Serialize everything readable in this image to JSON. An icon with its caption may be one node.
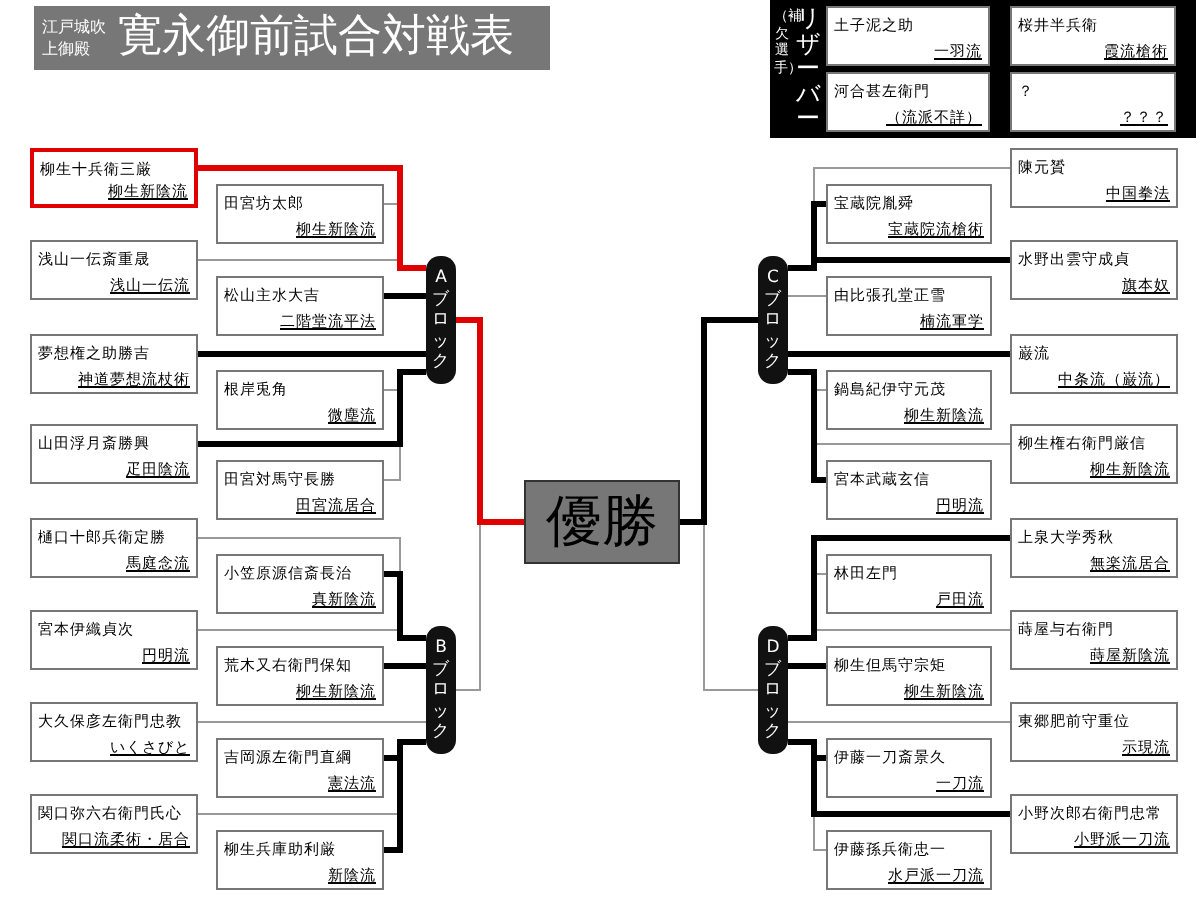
{
  "diagram": {
    "title": "寛永御前試合対戦表",
    "nodes": [
      {
        "text": [
          "リザーバー",
          "（補欠選手）"
        ]
      },
      {
        "text": [
          "土子泥之助",
          "一羽流"
        ],
        "in": 0
      },
      {
        "text": [
          "桜井半兵衛",
          "霞流槍術"
        ],
        "in": 0
      },
      {
        "text": [
          "河合甚左衛門",
          "（流派不詳）"
        ],
        "in": 0
      },
      {
        "text": [
          "？",
          "？？？"
        ],
        "in": 0
      },
      {
        "text": [
          "柳生十兵衛三厳",
          "柳生新陰流"
        ]
      },
      {
        "text": [
          "田宮坊太郎",
          "柳生新陰流"
        ]
      },
      {
        "text": [
          "浅山一伝斎重晟",
          "浅山一伝流"
        ]
      },
      {
        "text": [
          "松山主水大吉",
          "二階堂流平法"
        ]
      },
      {
        "text": [
          "夢想権之助勝吉",
          "神道夢想流杖術"
        ]
      },
      {
        "text": [
          "根岸兎角",
          "微塵流"
        ]
      },
      {
        "text": [
          "山田浮月斎勝興",
          "疋田陰流"
        ]
      },
      {
        "text": [
          "田宮対馬守長勝",
          "田宮流居合"
        ]
      },
      {
        "text": [
          "樋口十郎兵衛定勝",
          "馬庭念流"
        ]
      },
      {
        "text": [
          "小笠原源信斎長治",
          "真新陰流"
        ]
      },
      {
        "text": [
          "宮本伊織貞次",
          "円明流"
        ]
      },
      {
        "text": [
          "荒木又右衛門保知",
          "柳生新陰流"
        ]
      },
      {
        "text": [
          "大久保彦左衛門忠教",
          "いくさびと"
        ]
      },
      {
        "text": [
          "吉岡源左衛門直綱",
          "憲法流"
        ]
      },
      {
        "text": [
          "関口弥六右衛門氏心",
          "関口流柔術・居合"
        ]
      },
      {
        "text": [
          "柳生兵庫助利厳",
          "新陰流"
        ]
      },
      {
        "text": [
          "Aブロック"
        ]
      },
      {
        "text": [
          "Bブロック"
        ]
      },
      {
        "text": [
          "優勝"
        ]
      },
      {
        "text": [
          "Cブロック"
        ]
      },
      {
        "text": [
          "Dブロック"
        ]
      },
      {
        "text": [
          "陳元贇",
          "中国拳法"
        ]
      },
      {
        "text": [
          "宝蔵院胤舜",
          "宝蔵院流槍術"
        ]
      },
      {
        "text": [
          "水野出雲守成貞",
          "旗本奴"
        ]
      },
      {
        "text": [
          "由比張孔堂正雪",
          "楠流軍学"
        ]
      },
      {
        "text": [
          "巌流",
          "中条流（巌流）"
        ]
      },
      {
        "text": [
          "鍋島紀伊守元茂",
          "柳生新陰流"
        ]
      },
      {
        "text": [
          "柳生権右衛門厳信",
          "柳生新陰流"
        ]
      },
      {
        "text": [
          "宮本武蔵玄信",
          "円明流"
        ]
      },
      {
        "text": [
          "上泉大学秀秋",
          "無楽流居合"
        ]
      },
      {
        "text": [
          "林田左門",
          "戸田流"
        ]
      },
      {
        "text": [
          "蒔屋与右衛門",
          "蒔屋新陰流"
        ]
      },
      {
        "text": [
          "柳生但馬守宗矩",
          "柳生新陰流"
        ]
      },
      {
        "text": [
          "東郷肥前守重位",
          "示現流"
        ]
      },
      {
        "text": [
          "伊藤一刀斎景久",
          "一刀流"
        ]
      },
      {
        "text": [
          "小野次郎右衛門忠常",
          "小野派一刀流"
        ]
      },
      {
        "text": [
          "伊藤孫兵衛忠一",
          "水戸派一刀流"
        ]
      }
    ],
    "edges": [
      {
        "from": 5,
        "to": 21,
        "arrow": "none",
        "style": "thick",
        "color": "#e00000"
      },
      {
        "from": 6,
        "to": 21,
        "arrow": "none"
      },
      {
        "from": 7,
        "to": 21,
        "arrow": "none"
      },
      {
        "from": 8,
        "to": 21,
        "arrow": "none",
        "style": "thick",
        "color": "#000000"
      },
      {
        "from": 9,
        "to": 21,
        "arrow": "none",
        "style": "thick",
        "color": "#000000"
      },
      {
        "from": 10,
        "to": 21,
        "arrow": "none"
      },
      {
        "from": 11,
        "to": 21,
        "arrow": "none",
        "style": "thick",
        "color": "#000000"
      },
      {
        "from": 12,
        "to": 21,
        "arrow": "none"
      },
      {
        "from": 13,
        "to": 22,
        "arrow": "none"
      },
      {
        "from": 14,
        "to": 22,
        "arrow": "none",
        "style": "thick",
        "color": "#000000"
      },
      {
        "from": 15,
        "to": 22,
        "arrow": "none"
      },
      {
        "from": 16,
        "to": 22,
        "arrow": "none",
        "style": "thick",
        "color": "#000000"
      },
      {
        "from": 17,
        "to": 22,
        "arrow": "none"
      },
      {
        "from": 18,
        "to": 22,
        "arrow": "none",
        "style": "thick",
        "color": "#000000"
      },
      {
        "from": 19,
        "to": 22,
        "arrow": "none"
      },
      {
        "from": 20,
        "to": 22,
        "arrow": "none",
        "style": "thick",
        "color": "#000000"
      },
      {
        "from": 21,
        "to": 23,
        "arrow": "none",
        "style": "thick",
        "color": "#e00000"
      },
      {
        "from": 22,
        "to": 23,
        "arrow": "none"
      },
      {
        "from": 24,
        "to": 23,
        "arrow": "none",
        "style": "thick",
        "color": "#000000"
      },
      {
        "from": 25,
        "to": 23,
        "arrow": "none"
      },
      {
        "from": 26,
        "to": 24,
        "arrow": "none"
      },
      {
        "from": 27,
        "to": 24,
        "arrow": "none",
        "style": "thick",
        "color": "#000000"
      },
      {
        "from": 28,
        "to": 24,
        "arrow": "none",
        "style": "thick",
        "color": "#000000"
      },
      {
        "from": 29,
        "to": 24,
        "arrow": "none"
      },
      {
        "from": 30,
        "to": 24,
        "arrow": "none",
        "style": "thick",
        "color": "#000000"
      },
      {
        "from": 31,
        "to": 24,
        "arrow": "none"
      },
      {
        "from": 32,
        "to": 24,
        "arrow": "none"
      },
      {
        "from": 33,
        "to": 24,
        "arrow": "none",
        "style": "thick",
        "color": "#000000"
      },
      {
        "from": 34,
        "to": 25,
        "arrow": "none",
        "style": "thick",
        "color": "#000000"
      },
      {
        "from": 35,
        "to": 25,
        "arrow": "none"
      },
      {
        "from": 36,
        "to": 25,
        "arrow": "none"
      },
      {
        "from": 37,
        "to": 25,
        "arrow": "none",
        "style": "thick",
        "color": "#000000"
      },
      {
        "from": 38,
        "to": 25,
        "arrow": "none"
      },
      {
        "from": 39,
        "to": 25,
        "arrow": "none",
        "style": "thick",
        "color": "#000000"
      },
      {
        "from": 40,
        "to": 25,
        "arrow": "none",
        "style": "thick",
        "color": "#000000"
      },
      {
        "from": 41,
        "to": 25,
        "arrow": "none"
      }
    ],
    "labels": [
      "江戸城吹上御殿"
    ]
  }
}
